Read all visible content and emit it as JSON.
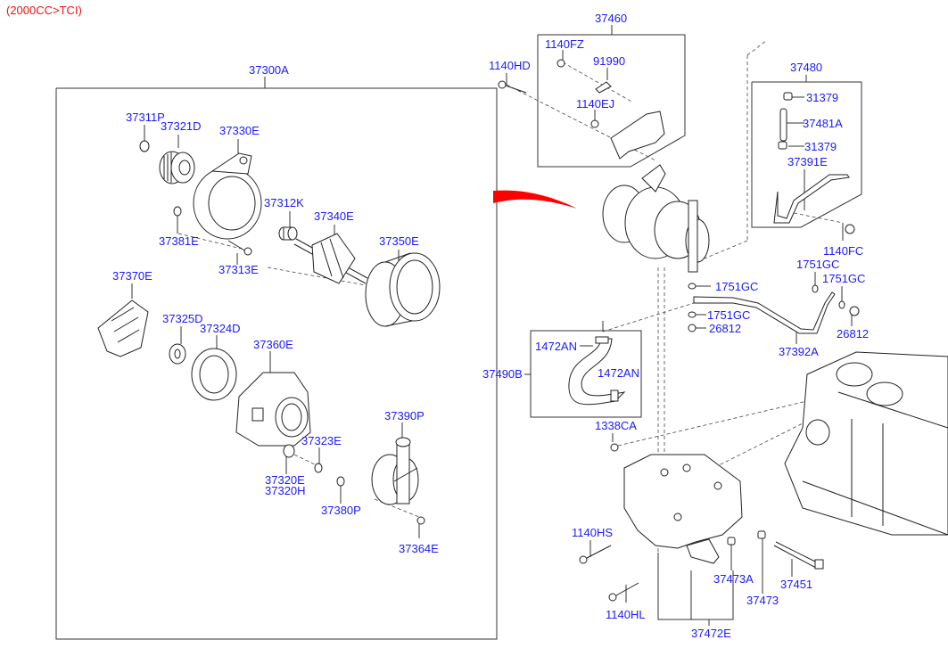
{
  "title": "(2000CC>TCI)",
  "colors": {
    "label": "#1a1aff",
    "title": "#ee1111",
    "arrow": "#ff0000",
    "line": "#333333"
  },
  "assemblies": {
    "alternator_assy": "37300A",
    "bracket_assy": "37460",
    "pipe_assy": "37480",
    "hose_assy": "37490B",
    "bracket_set": "37472E"
  },
  "parts": {
    "p37311P": "37311P",
    "p37321D": "37321D",
    "p37330E": "37330E",
    "p37312K": "37312K",
    "p37340E": "37340E",
    "p37381E": "37381E",
    "p37313E": "37313E",
    "p37350E": "37350E",
    "p37370E": "37370E",
    "p37325D": "37325D",
    "p37324D": "37324D",
    "p37360E": "37360E",
    "p37390P": "37390P",
    "p37323E": "37323E",
    "p37320E": "37320E",
    "p37320H": "37320H",
    "p37380P": "37380P",
    "p37364E": "37364E",
    "p1140HD": "1140HD",
    "p1140FZ": "1140FZ",
    "p91990": "91990",
    "p1140EJ": "1140EJ",
    "p31379a": "31379",
    "p37481A": "37481A",
    "p31379b": "31379",
    "p37391E": "37391E",
    "p1140FC": "1140FC",
    "p1751GCa": "1751GC",
    "p1751GCb": "1751GC",
    "p1751GCc": "1751GC",
    "p1751GCd": "1751GC",
    "p26812a": "26812",
    "p26812b": "26812",
    "p37392A": "37392A",
    "p1472ANa": "1472AN",
    "p1472ANb": "1472AN",
    "p1338CA": "1338CA",
    "p1140HS": "1140HS",
    "p1140HL": "1140HL",
    "p37473A": "37473A",
    "p37473": "37473",
    "p37451": "37451"
  }
}
